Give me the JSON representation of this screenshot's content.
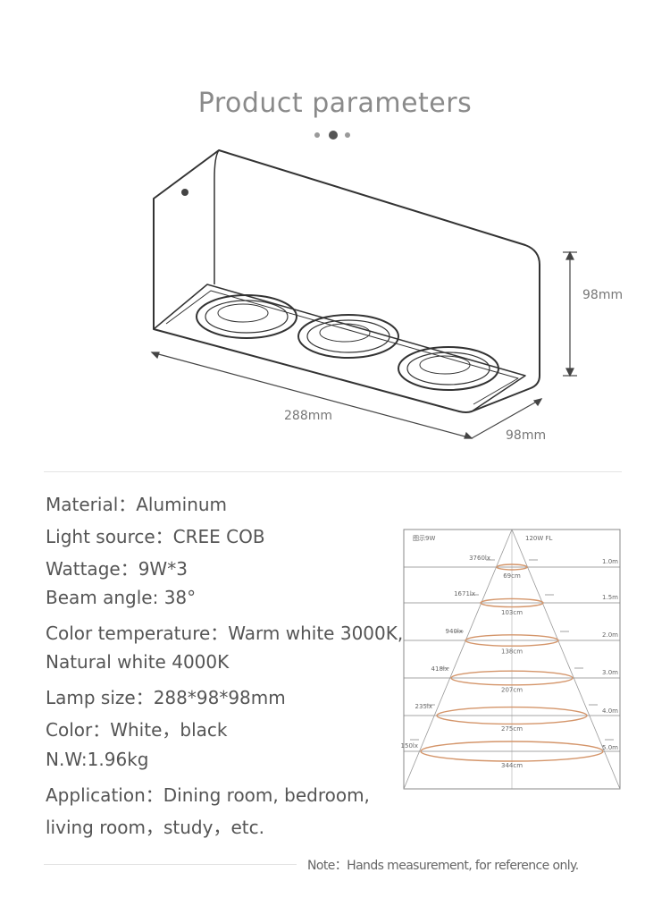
{
  "page": {
    "title": "Product parameters",
    "carousel_dots": 3,
    "active_dot": 1,
    "note": "Note：Hands measurement, for reference only."
  },
  "dimensions": {
    "height": "98mm",
    "length": "288mm",
    "width": "98mm"
  },
  "specs": [
    "Material：Aluminum",
    "Light source：CREE COB",
    "Wattage：9W*3",
    "Beam angle: 38°",
    "Color temperature：Warm white 3000K,",
    "Natural white 4000K",
    "Lamp size：288*98*98mm",
    "Color：White，black",
    "N.W:1.96kg",
    "Application：Dining room, bedroom,",
    "living room，study，etc."
  ],
  "beam_chart": {
    "header_left": "图示9W",
    "header_right": "120W FL",
    "rows": [
      {
        "distance": "1.0m",
        "lux": "3760lx",
        "diameter": "69cm"
      },
      {
        "distance": "1.5m",
        "lux": "1671lx",
        "diameter": "103cm"
      },
      {
        "distance": "2.0m",
        "lux": "940lx",
        "diameter": "138cm"
      },
      {
        "distance": "3.0m",
        "lux": "418lx",
        "diameter": "207cm"
      },
      {
        "distance": "4.0m",
        "lux": "235lx",
        "diameter": "275cm"
      },
      {
        "distance": "5.0m",
        "lux": "150lx",
        "diameter": "344cm"
      }
    ],
    "colors": {
      "ellipse": "#d4956a",
      "lines": "#9a9a9a"
    }
  }
}
